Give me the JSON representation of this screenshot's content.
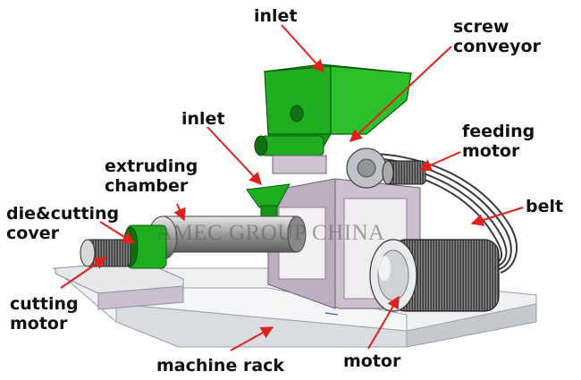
{
  "labels": {
    "inlet_top": "inlet",
    "screw_conveyor": "screw\nconveyor",
    "inlet_mid": "inlet",
    "feeding_motor": "feeding\nmotor",
    "extruding_chamber": "extruding\nchamber",
    "belt": "belt",
    "die_cutting_cover": "die&cutting\ncover",
    "cutting_motor": "cutting\nmotor",
    "machine_rack": "machine rack",
    "motor": "motor"
  },
  "watermark": "AMEC GROUP CHINA",
  "colors": {
    "arrow": "#e0201b",
    "hopper_green": "#1fae1f",
    "hopper_dark": "#0f6f12",
    "frame": "#c9bfcf",
    "metal": "#bfc3c8",
    "base": "#eef0f2"
  }
}
